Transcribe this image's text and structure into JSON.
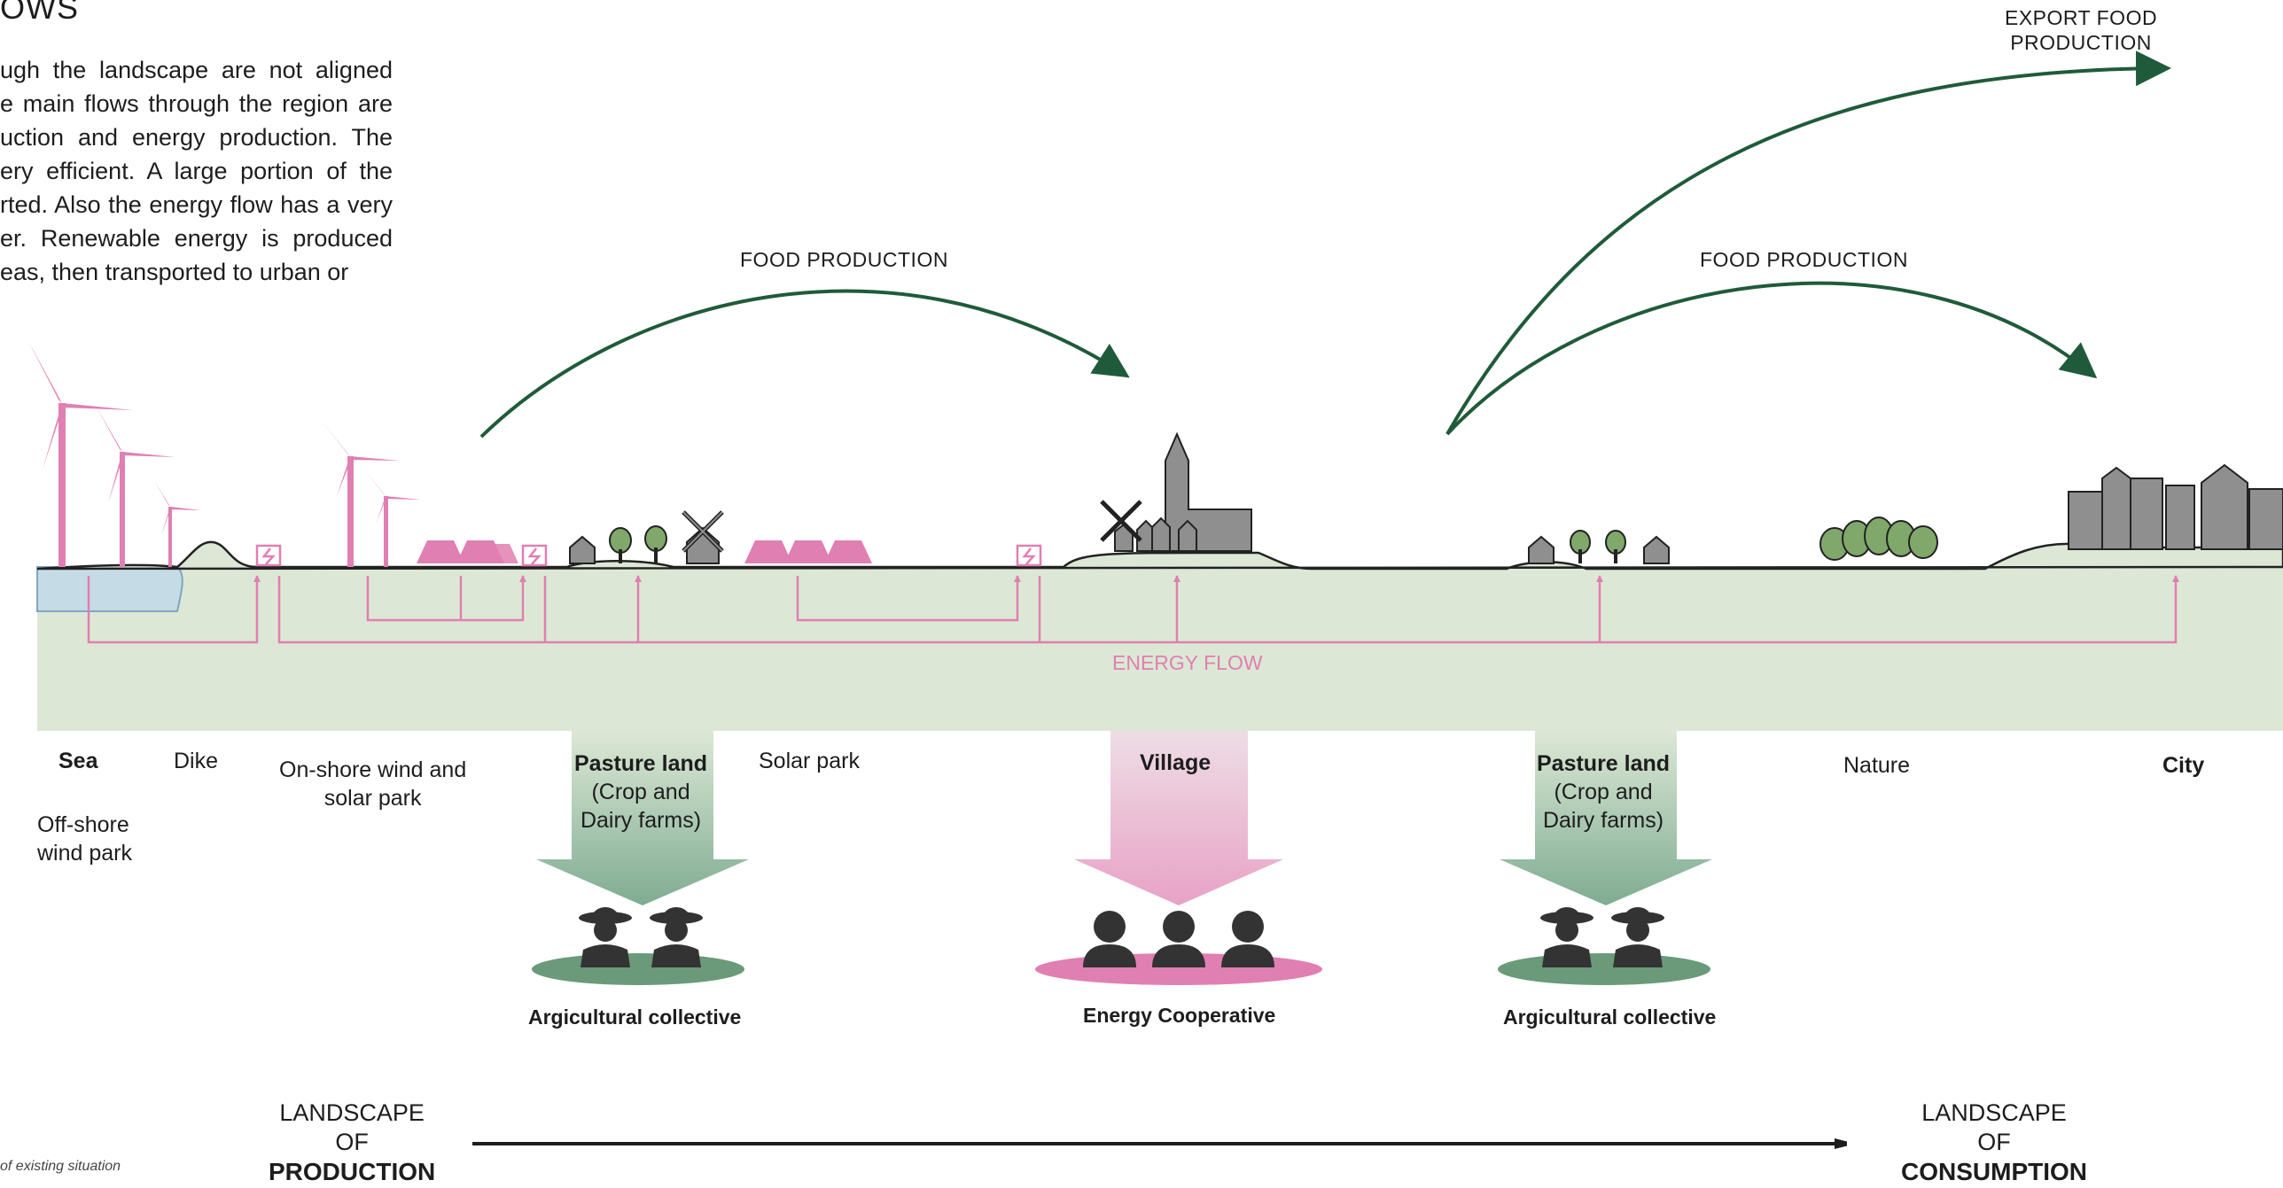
{
  "title": "OWS",
  "intro_lines": [
    "ugh the landscape are not aligned",
    "e main flows through the region are",
    "uction and energy production. The",
    "ery efficient. A large portion of the",
    "rted. Also the energy flow has a very",
    "er. Renewable energy is produced",
    "eas, then transported to urban or"
  ],
  "flows": {
    "food_1": "FOOD PRODUCTION",
    "food_2": "FOOD PRODUCTION",
    "export_line1": "EXPORT FOOD",
    "export_line2": "PRODUCTION",
    "energy": "ENERGY FLOW"
  },
  "zones": {
    "sea": "Sea",
    "dike": "Dike",
    "onshore_line1": "On-shore wind and",
    "onshore_line2": "solar park",
    "offshore_line1": "Off-shore",
    "offshore_line2": "wind park",
    "pasture1_title": "Pasture land",
    "pasture1_line1": "(Crop and",
    "pasture1_line2": "Dairy farms)",
    "solar_park": "Solar park",
    "village": "Village",
    "pasture2_title": "Pasture land",
    "pasture2_line1": "(Crop and",
    "pasture2_line2": "Dairy farms)",
    "nature": "Nature",
    "city": "City"
  },
  "groups": {
    "agri_1": "Argicultural collective",
    "energy_coop": "Energy Cooperative",
    "agri_2": "Argicultural collective"
  },
  "scale": {
    "left_line1": "LANDSCAPE",
    "left_line2": "OF",
    "left_line3": "PRODUCTION",
    "right_line1": "LANDSCAPE",
    "right_line2": "OF",
    "right_line3": "CONSUMPTION"
  },
  "figure_caption": "of existing situation",
  "colors": {
    "ground": "#dce8d5",
    "energy": "#e07fb2",
    "food": "#1f5b3a",
    "building": "#8f8f8f",
    "tree": "#7fa86a",
    "sea": "#c5dbe6",
    "pasture_arrow": "#7fac92",
    "village_arrow": "#e8a2c6",
    "pad_green": "#6a9a7a",
    "pad_pink": "#e07fb2"
  }
}
